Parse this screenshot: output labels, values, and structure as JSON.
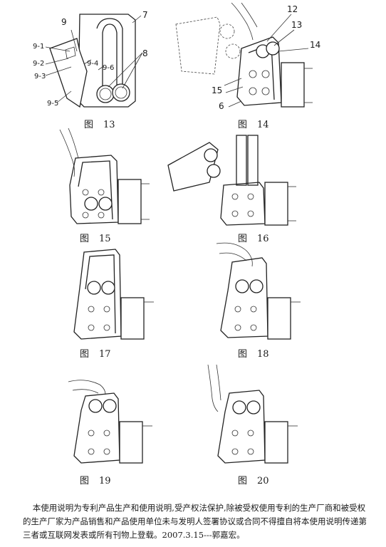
{
  "figures": [
    {
      "id": "13",
      "caption_zi": "图",
      "caption_num": "13",
      "labels": [
        "9",
        "7",
        "9-1",
        "9-2",
        "9-3",
        "9-4",
        "9-6",
        "8",
        "9-5"
      ]
    },
    {
      "id": "14",
      "caption_zi": "图",
      "caption_num": "14",
      "labels": [
        "12",
        "13",
        "14",
        "15",
        "6"
      ]
    },
    {
      "id": "15",
      "caption_zi": "图",
      "caption_num": "15"
    },
    {
      "id": "16",
      "caption_zi": "图",
      "caption_num": "16"
    },
    {
      "id": "17",
      "caption_zi": "图",
      "caption_num": "17"
    },
    {
      "id": "18",
      "caption_zi": "图",
      "caption_num": "18"
    },
    {
      "id": "19",
      "caption_zi": "图",
      "caption_num": "19"
    },
    {
      "id": "20",
      "caption_zi": "图",
      "caption_num": "20"
    }
  ],
  "footer": {
    "text": "本使用说明为专利产品生产和使用说明,受产权法保护,除被受权使用专利的生产厂商和被受权的生产厂家为产品销售和产品使用单位未与发明人签署协议或合同不得擅自将本使用说明传递第三者或互联网发表或所有刊物上登载。2007.3.15---郭嘉宏。"
  }
}
